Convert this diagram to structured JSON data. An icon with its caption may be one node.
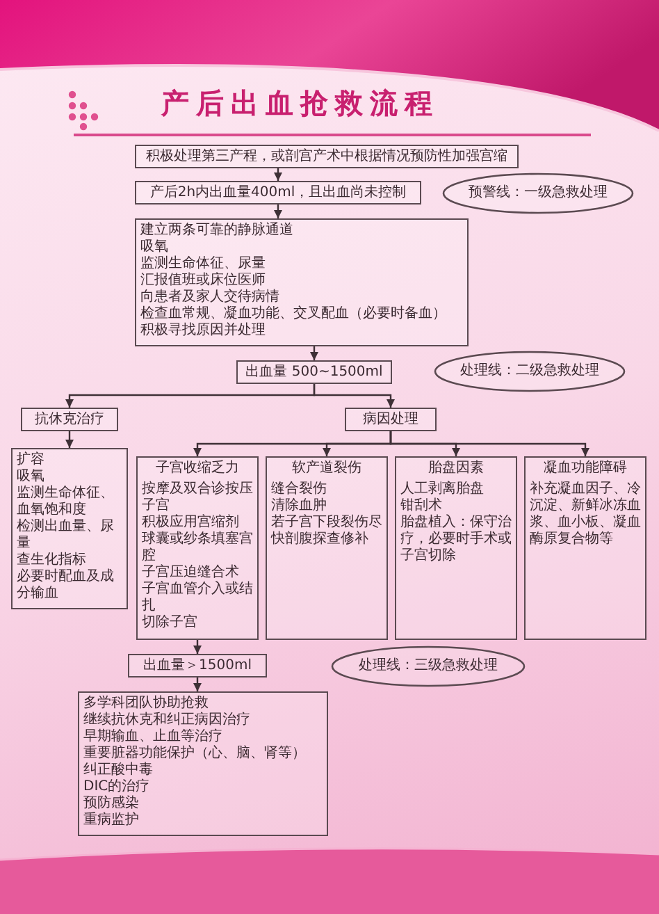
{
  "diagram": {
    "title": "产后出血抢救流程",
    "nodes": [
      {
        "text": [
          "积极处理第三产程，或剖宫产术中根据情况预防性加强宫缩"
        ]
      },
      {
        "text": [
          "产后2h内出血量400ml，且出血尚未控制"
        ]
      },
      {
        "text": [
          "预警线：一级急救处理"
        ]
      },
      {
        "text": [
          "建立两条可靠的静脉通道",
          "吸氧",
          "监测生命体征、尿量",
          "汇报值班或床位医师",
          "向患者及家人交待病情",
          "检查血常规、凝血功能、交叉配血（必要时备血）",
          "积极寻找原因并处理"
        ]
      },
      {
        "text": [
          "出血量 500~1500ml"
        ]
      },
      {
        "text": [
          "处理线：二级急救处理"
        ]
      },
      {
        "text": [
          "抗休克治疗"
        ]
      },
      {
        "text": [
          "病因处理"
        ]
      },
      {
        "text": [
          "扩容",
          "吸氧",
          "监测生命体征、血氧饱和度",
          "检测出血量、尿量",
          "查生化指标",
          "必要时配血及成分输血"
        ]
      },
      {
        "text": [
          "子宫收缩乏力",
          "按摩及双合诊按压子宫",
          "积极应用宫缩剂",
          "球囊或纱条填塞宫腔",
          "子宫压迫缝合术",
          "子宫血管介入或结扎",
          "切除子宫"
        ]
      },
      {
        "text": [
          "软产道裂伤",
          "缝合裂伤",
          "清除血肿",
          "若子宫下段裂伤尽快剖腹探查修补"
        ]
      },
      {
        "text": [
          "胎盘因素",
          "人工剥离胎盘",
          "钳刮术",
          "胎盘植入：保守治疗，必要时手术或子宫切除"
        ]
      },
      {
        "text": [
          "凝血功能障碍",
          "补充凝血因子、冷沉淀、新鲜冰冻血浆、血小板、凝血酶原复合物等"
        ]
      },
      {
        "text": [
          "出血量＞1500ml"
        ]
      },
      {
        "text": [
          "处理线：三级急救处理"
        ]
      },
      {
        "text": [
          "多学科团队协助抢救",
          "继续抗休克和纠正病因治疗",
          "早期输血、止血等治疗",
          "重要脏器功能保护（心、脑、肾等）",
          "纠正酸中毒",
          "DIC的治疗",
          "预防感染",
          "重病监护"
        ]
      }
    ],
    "edges": [
      {
        "from": 0,
        "to": 1,
        "arrow": "to"
      },
      {
        "from": 1,
        "to": 3,
        "arrow": "to"
      },
      {
        "from": 3,
        "to": 4,
        "arrow": "to"
      },
      {
        "from": 4,
        "to": 6,
        "arrow": "to"
      },
      {
        "from": 4,
        "to": 7,
        "arrow": "to"
      },
      {
        "from": 6,
        "to": 8,
        "arrow": "to"
      },
      {
        "from": 7,
        "to": 9,
        "arrow": "to"
      },
      {
        "from": 7,
        "to": 10,
        "arrow": "to"
      },
      {
        "from": 7,
        "to": 11,
        "arrow": "to"
      },
      {
        "from": 7,
        "to": 12,
        "arrow": "to"
      },
      {
        "from": 9,
        "to": 13,
        "arrow": "to"
      },
      {
        "from": 13,
        "to": 15,
        "arrow": "to"
      }
    ]
  }
}
